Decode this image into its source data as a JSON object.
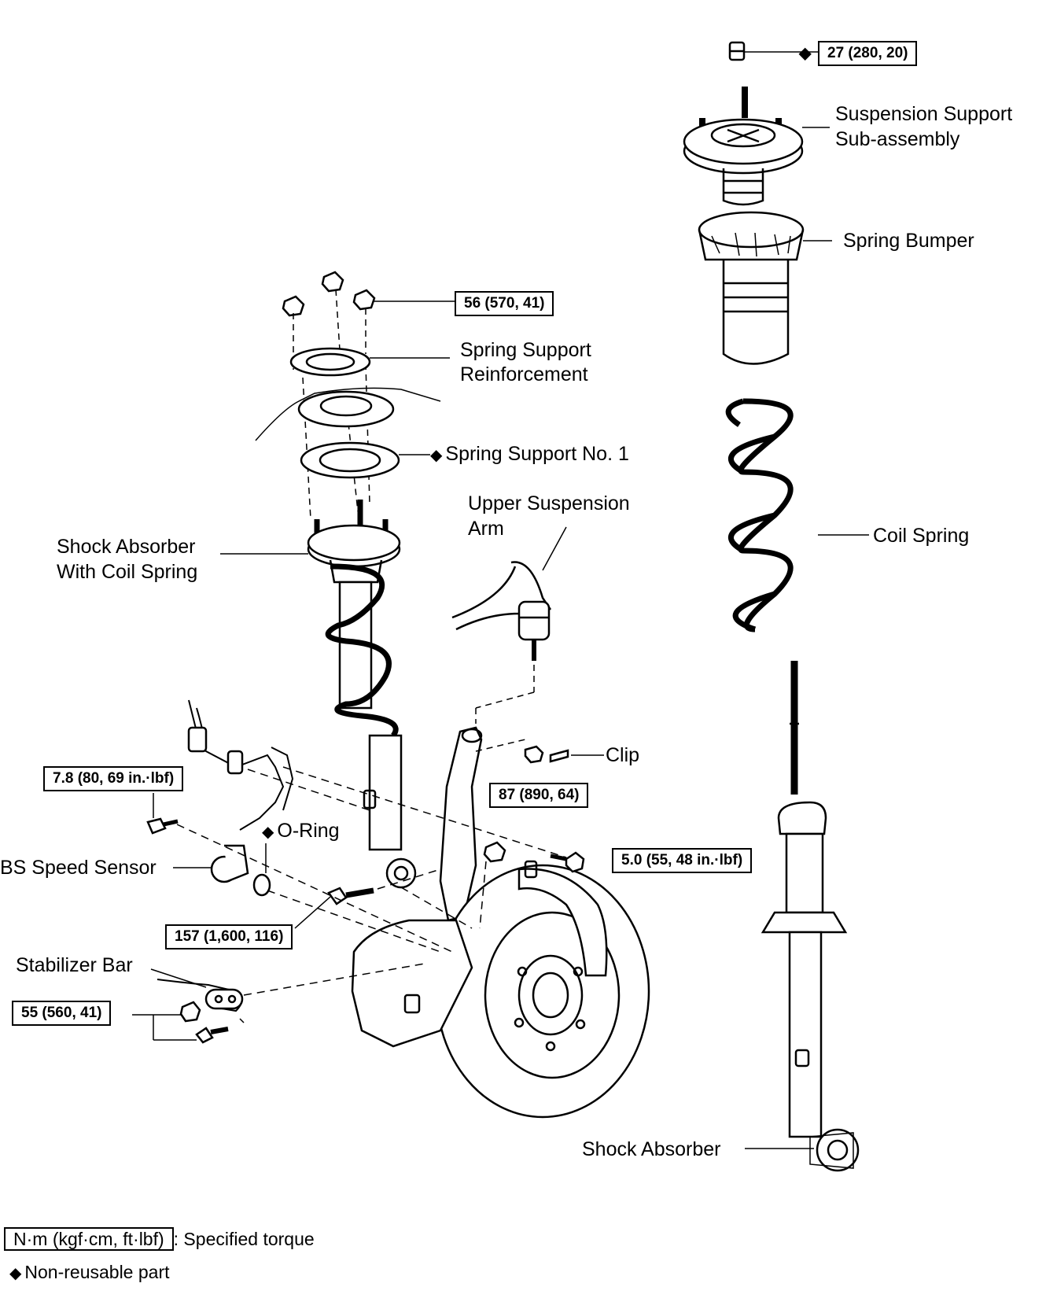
{
  "labels": {
    "suspension_support": "Suspension Support",
    "suspension_support_2": "Sub-assembly",
    "spring_bumper": "Spring Bumper",
    "spring_support_reinforcement": "Spring Support",
    "spring_support_reinforcement_2": "Reinforcement",
    "spring_support_no1": "Spring Support No. 1",
    "upper_suspension_arm": "Upper Suspension",
    "upper_suspension_arm_2": "Arm",
    "shock_with_coil": "Shock Absorber",
    "shock_with_coil_2": "With Coil Spring",
    "coil_spring": "Coil Spring",
    "clip": "Clip",
    "o_ring": "O-Ring",
    "abs_speed_sensor": "BS Speed Sensor",
    "stabilizer_bar": "Stabilizer Bar",
    "shock_absorber": "Shock Absorber"
  },
  "torques": {
    "t1": "27 (280, 20)",
    "t2": "56 (570, 41)",
    "t3": "7.8 (80, 69 in.·lbf)",
    "t4": "87 (890, 64)",
    "t5": "5.0 (55, 48 in.·lbf)",
    "t6": "157 (1,600, 116)",
    "t7": "55 (560, 41)"
  },
  "legend": {
    "unit_box": "N·m (kgf·cm, ft·lbf)",
    "unit_desc": ": Specified torque",
    "non_reusable": "Non-reusable part",
    "diamond": "◆"
  }
}
